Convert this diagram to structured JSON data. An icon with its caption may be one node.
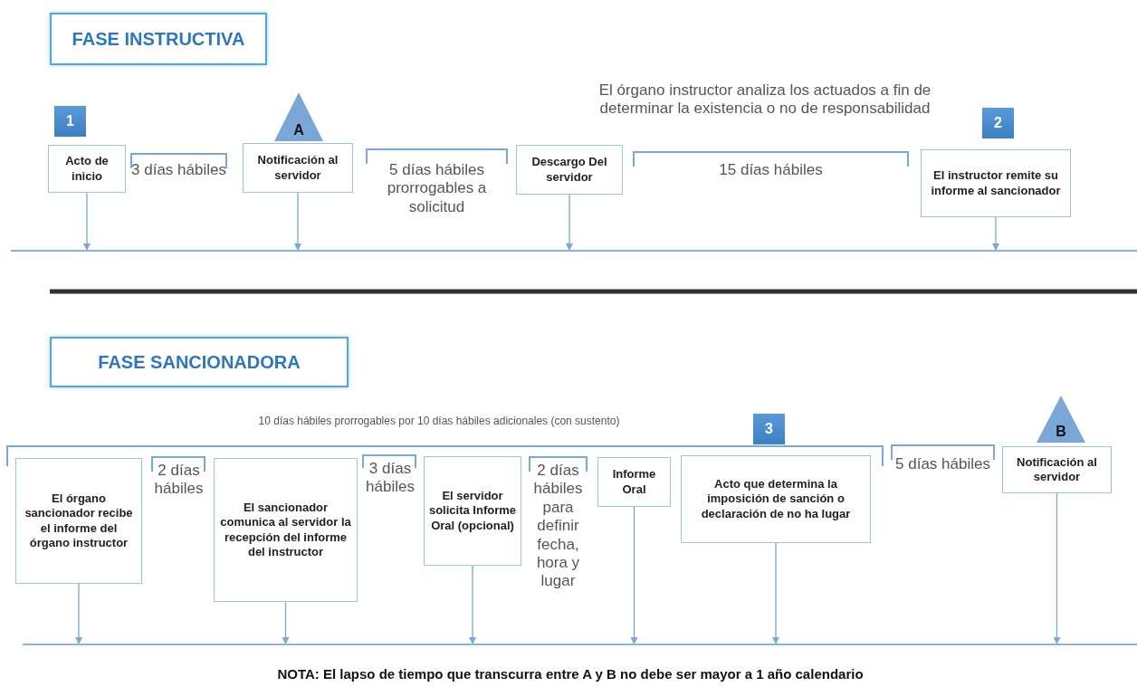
{
  "diagram": {
    "nodes": [
      {
        "text": [
          "FASE INSTRUCTIVA"
        ]
      },
      {
        "text": [
          "1"
        ]
      },
      {
        "text": [
          "A"
        ]
      },
      {
        "text": [
          "2"
        ]
      },
      {
        "text": [
          "Acto de inicio"
        ]
      },
      {
        "text": [
          "Notificación al servidor"
        ]
      },
      {
        "text": [
          "Descargo Del servidor"
        ]
      },
      {
        "text": [
          "El instructor remite su informe al sancionador"
        ]
      },
      {
        "text": [],
        "shape": "bar"
      },
      {
        "text": [
          "FASE SANCIONADORA"
        ]
      },
      {
        "text": [
          "3"
        ]
      },
      {
        "text": [
          "B"
        ]
      },
      {
        "text": [
          "El órgano sancionador recibe el informe del órgano instructor"
        ]
      },
      {
        "text": [
          "El sancionador comunica al servidor la recepción del informe del instructor"
        ]
      },
      {
        "text": [
          "El servidor solicita Informe Oral (opcional)"
        ]
      },
      {
        "text": [
          "Informe Oral"
        ]
      },
      {
        "text": [
          "Acto que determina la imposición de sanción o declaración de no ha lugar"
        ]
      },
      {
        "text": [
          "Notificación al servidor"
        ]
      },
      {
        "text": [],
        "shape": "bar"
      }
    ],
    "edges": [
      {
        "from": 4,
        "to": 8,
        "arrow": "to"
      },
      {
        "from": 5,
        "to": 8,
        "arrow": "to"
      },
      {
        "from": 6,
        "to": 8,
        "arrow": "to"
      },
      {
        "from": 7,
        "to": 8,
        "arrow": "to"
      },
      {
        "from": 12,
        "to": 18,
        "arrow": "to"
      },
      {
        "from": 13,
        "to": 18,
        "arrow": "to"
      },
      {
        "from": 14,
        "to": 18,
        "arrow": "to"
      },
      {
        "from": 15,
        "to": 18,
        "arrow": "to"
      },
      {
        "from": 16,
        "to": 18,
        "arrow": "to"
      },
      {
        "from": 17,
        "to": 18,
        "arrow": "to"
      }
    ],
    "labels": [
      "3 días hábiles",
      "5 días hábiles prorrogables a solicitud",
      "El órgano instructor analiza los actuados a fin de determinar la existencia o no de responsabilidad",
      "15 días hábiles",
      "10 días hábiles prorrogables por 10 días hábiles adicionales (con sustento)",
      "2 días hábiles",
      "3 días hábiles",
      "2 días hábiles para definir fecha, hora y lugar",
      "5 días hábiles",
      "NOTA: El lapso de tiempo que transcurra entre A y B no debe ser mayor a 1 año calendario"
    ]
  }
}
